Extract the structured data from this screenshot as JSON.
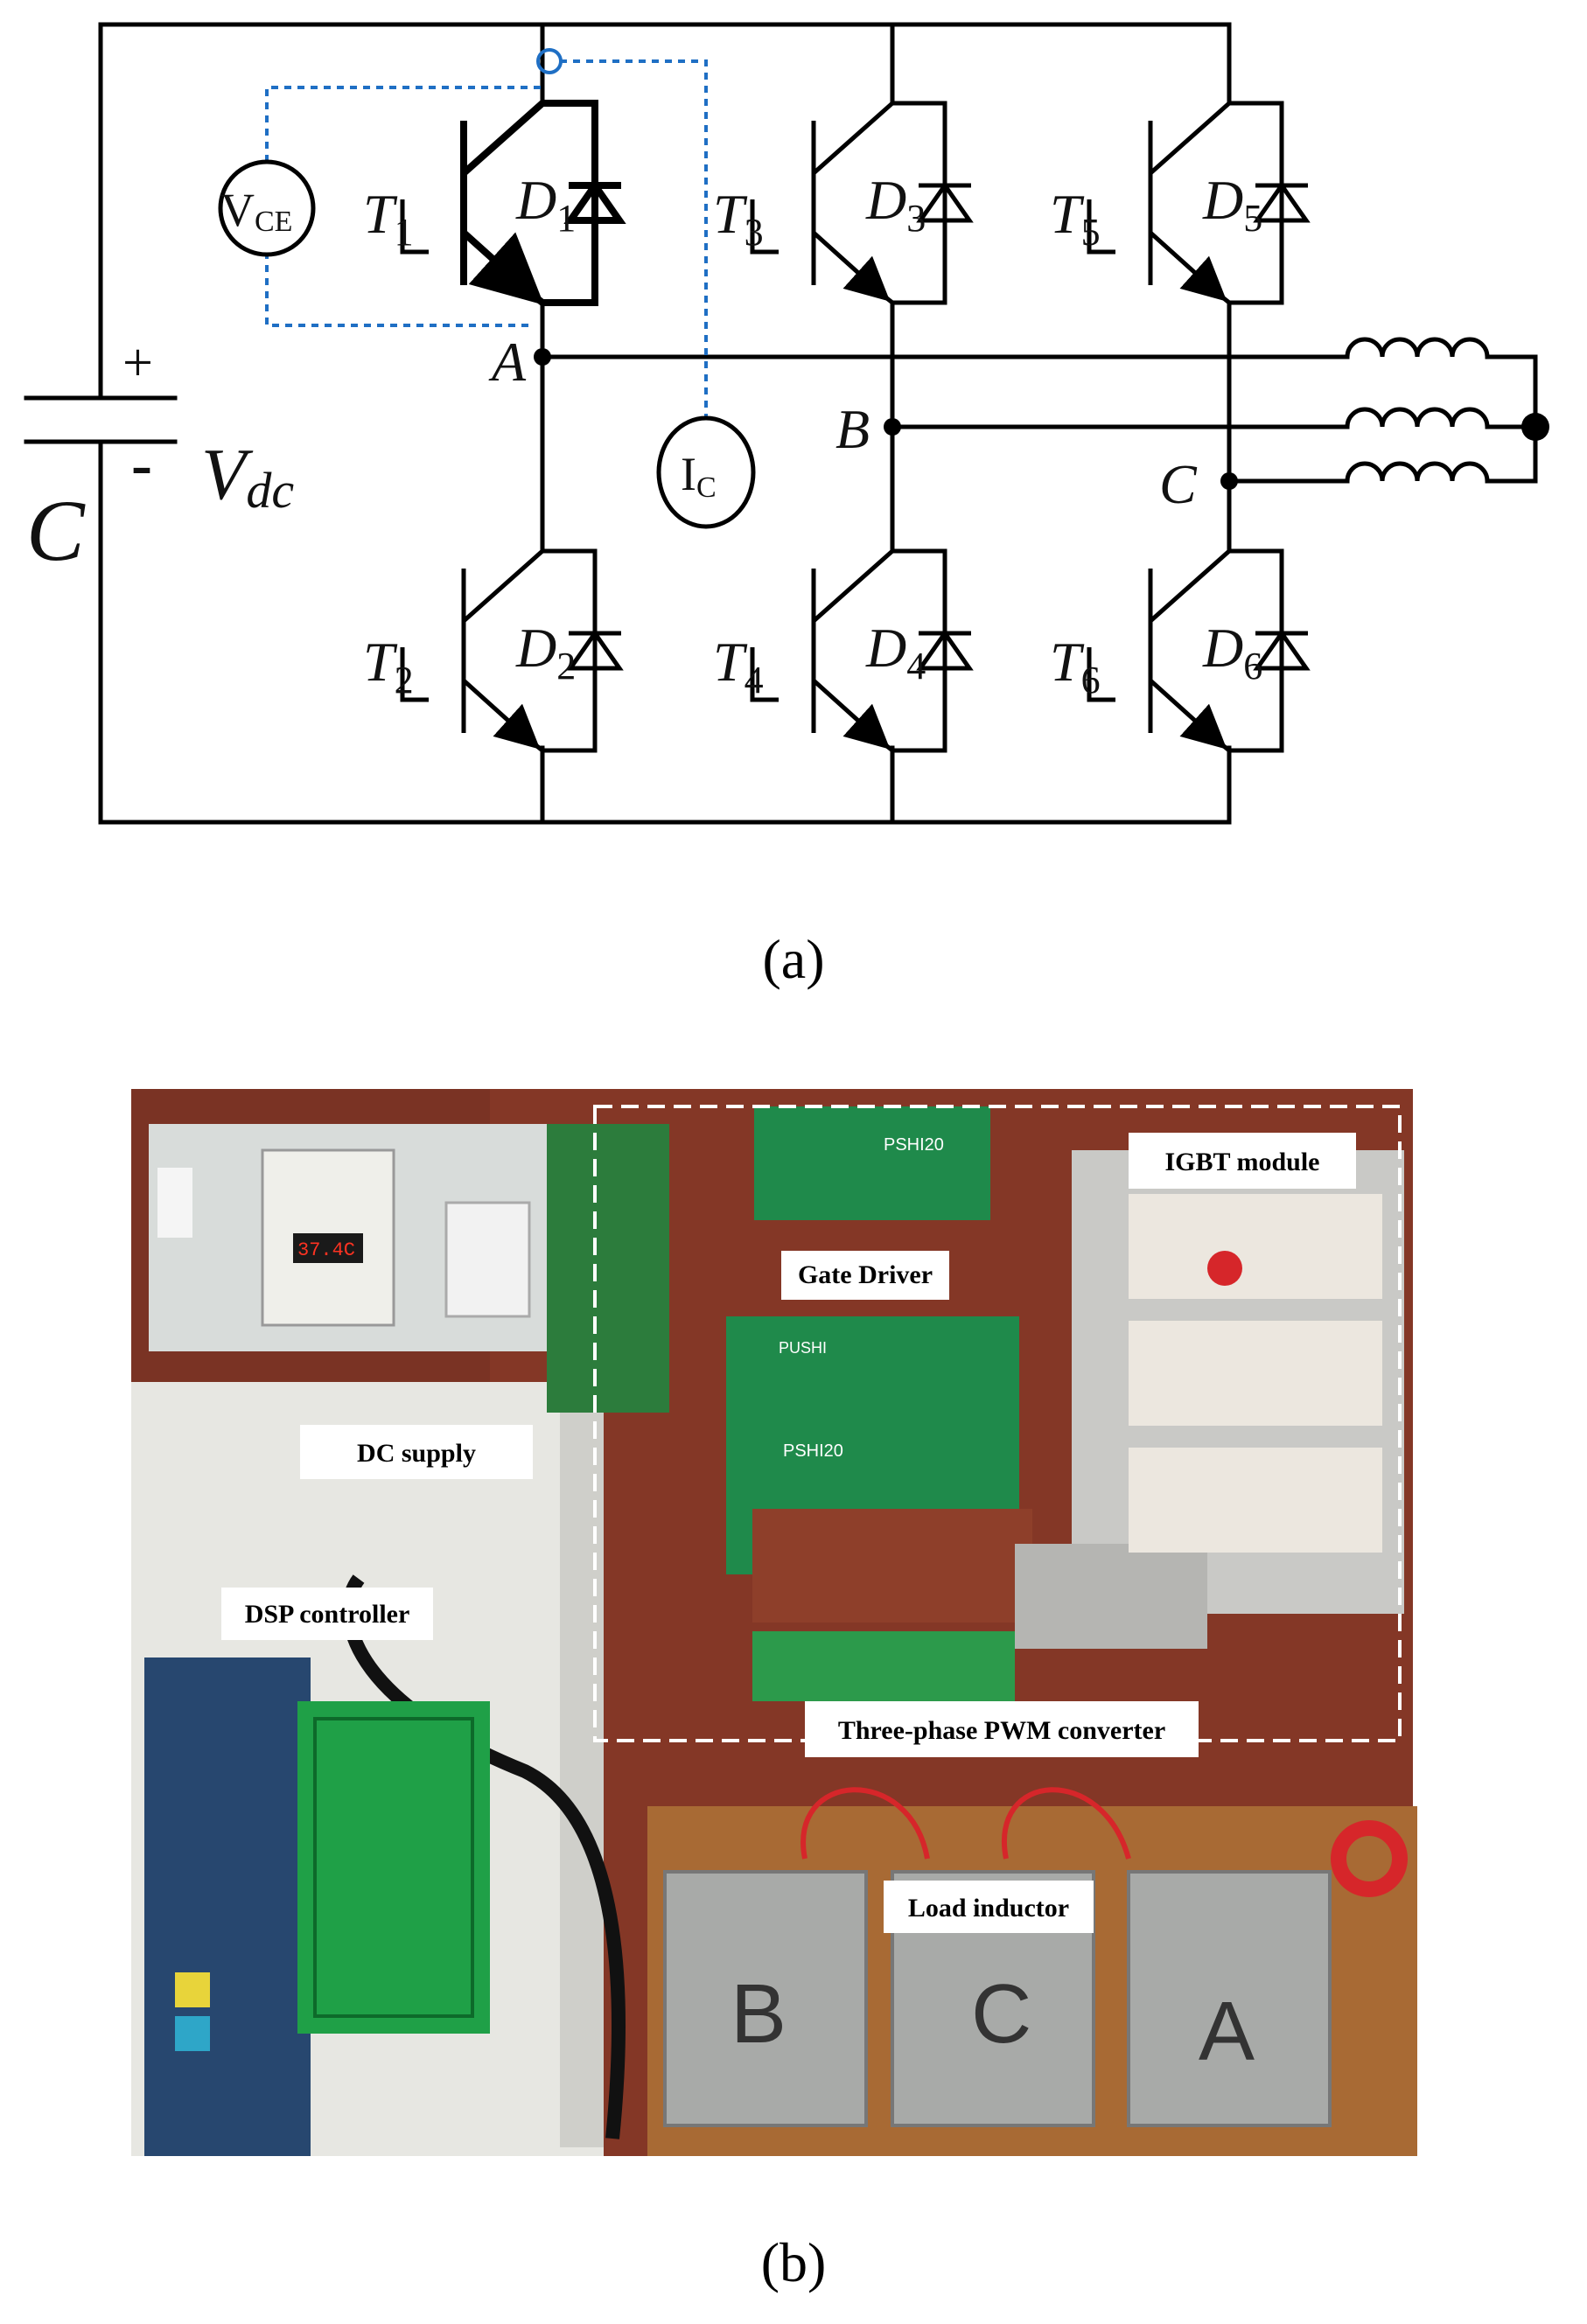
{
  "panel_a": {
    "caption": "(a)",
    "capacitor": {
      "name": "C",
      "voltage": "V",
      "voltage_sub": "dc",
      "plus": "+",
      "minus": "-"
    },
    "meters": {
      "vce_main": "V",
      "vce_sub": "CE",
      "ic_main": "I",
      "ic_sub": "C"
    },
    "transistors": [
      {
        "main": "T",
        "sub": "1"
      },
      {
        "main": "T",
        "sub": "2"
      },
      {
        "main": "T",
        "sub": "3"
      },
      {
        "main": "T",
        "sub": "4"
      },
      {
        "main": "T",
        "sub": "5"
      },
      {
        "main": "T",
        "sub": "6"
      }
    ],
    "diodes": [
      {
        "main": "D",
        "sub": "1"
      },
      {
        "main": "D",
        "sub": "2"
      },
      {
        "main": "D",
        "sub": "3"
      },
      {
        "main": "D",
        "sub": "4"
      },
      {
        "main": "D",
        "sub": "5"
      },
      {
        "main": "D",
        "sub": "6"
      }
    ],
    "phase_nodes": [
      "A",
      "B",
      "C"
    ],
    "colors": {
      "wire": "#000000",
      "measure": "#1f6fc4"
    }
  },
  "panel_b": {
    "caption": "(b)",
    "labels": {
      "igbt": "IGBT module",
      "gate": "Gate Driver",
      "dc": "DC supply",
      "dsp": "DSP controller",
      "pwm": "Three-phase PWM converter",
      "load": "Load inductor"
    },
    "thermometer_display": "37.4C",
    "board_prints": [
      "PSHI20",
      "PSHI20",
      "PUSHI"
    ],
    "inductor_marks": [
      "B",
      "C",
      "A"
    ]
  }
}
